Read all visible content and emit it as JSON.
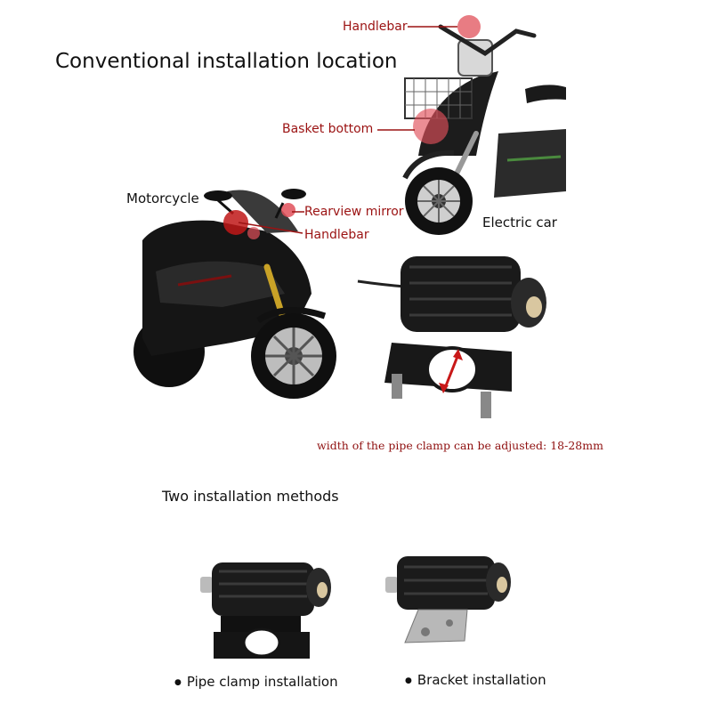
{
  "heading": "Conventional installation location",
  "electric_car": {
    "name": "Electric car",
    "labels": {
      "handlebar": "Handlebar",
      "basket_bottom": "Basket bottom"
    }
  },
  "motorcycle": {
    "name": "Motorcycle",
    "labels": {
      "rearview_mirror": "Rearview mirror",
      "handlebar": "Handlebar"
    }
  },
  "clamp_note": "width of the pipe clamp can be adjusted: 18-28mm",
  "methods_title": "Two installation methods",
  "methods": {
    "pipe_clamp": "Pipe clamp installation",
    "bracket": "Bracket installation"
  },
  "colors": {
    "callout_red": "#9b1212",
    "marker_red": "#e0505a"
  }
}
